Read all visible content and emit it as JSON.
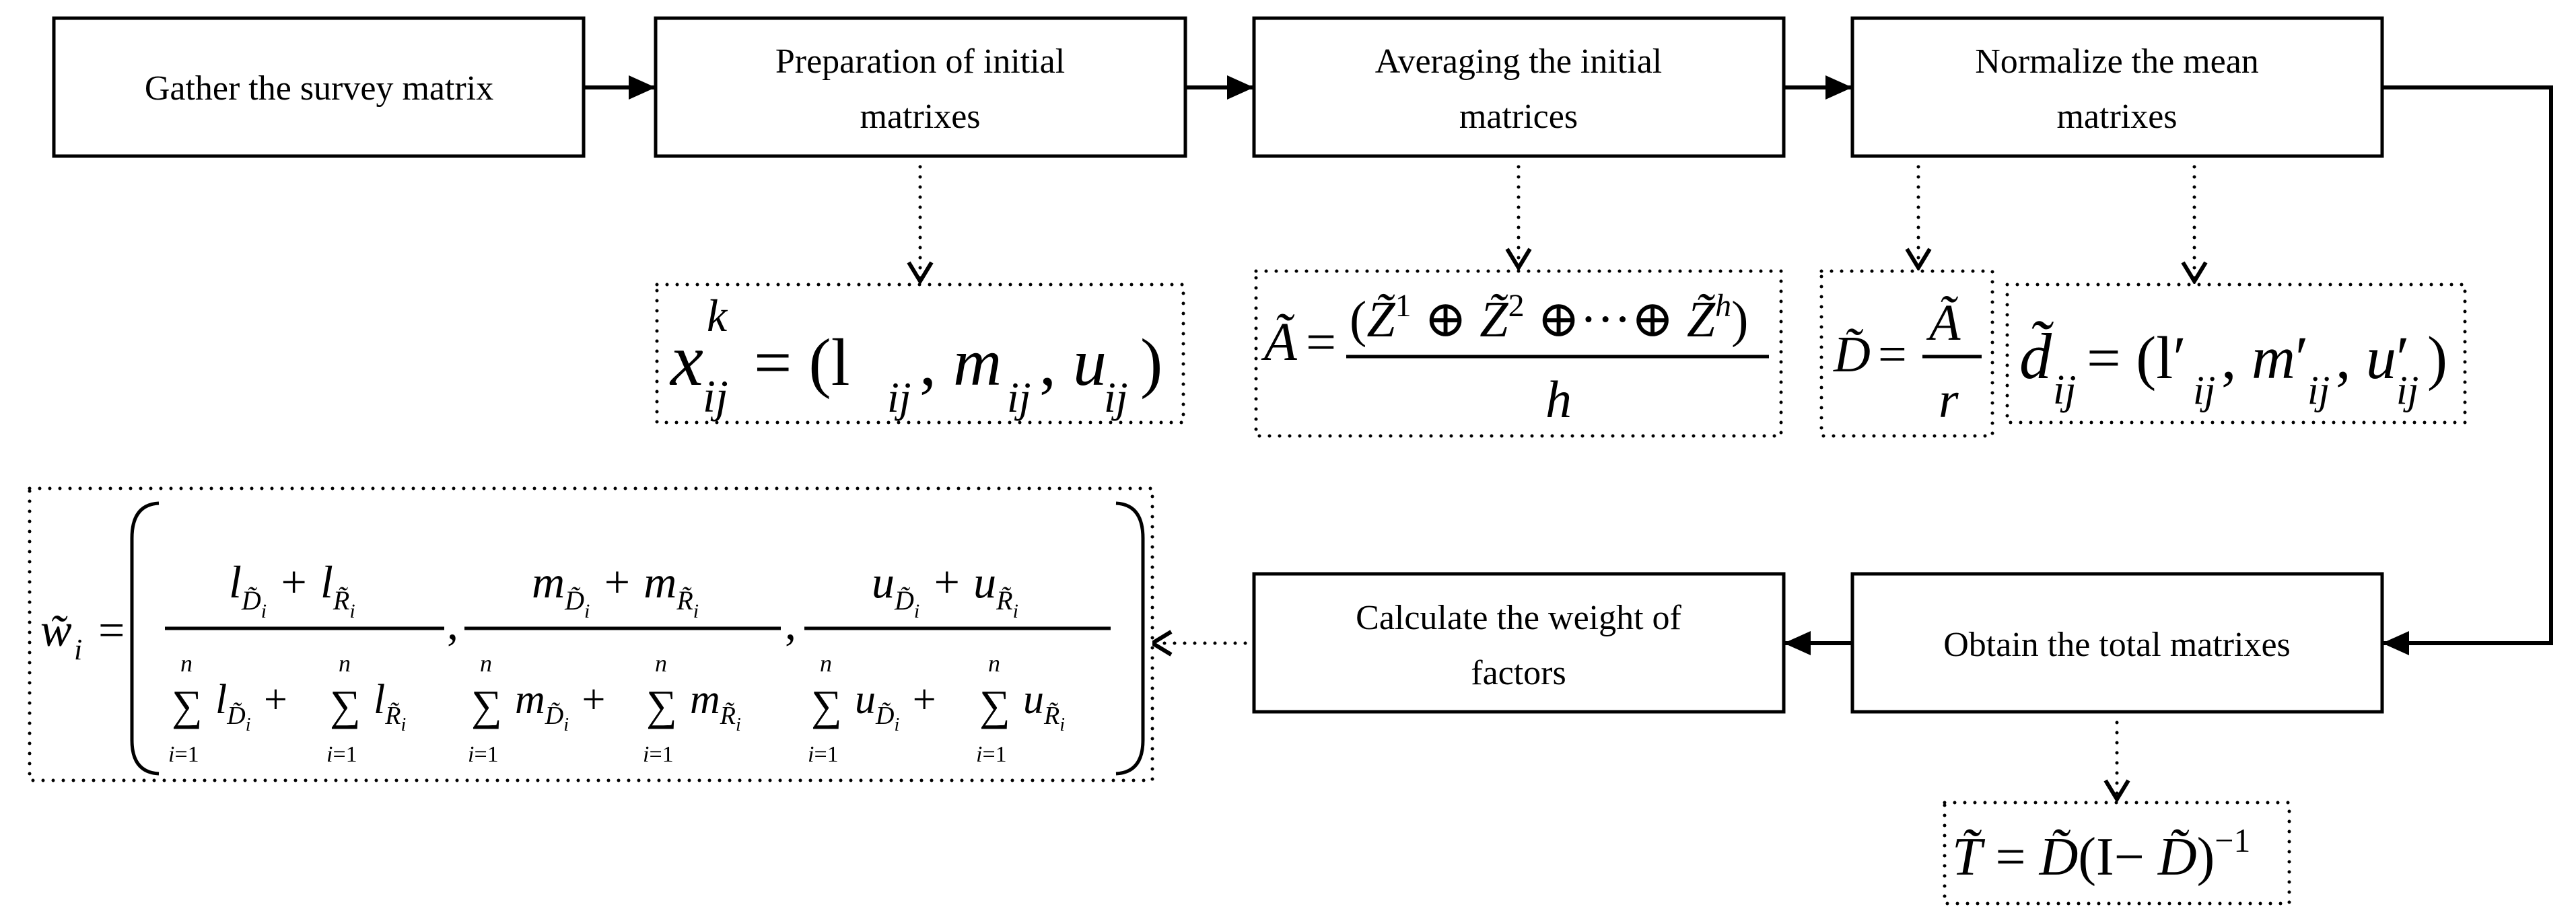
{
  "steps": {
    "gather": [
      "Gather the survey matrix"
    ],
    "prepare": [
      "Preparation of initial",
      "matrixes"
    ],
    "average": [
      "Averaging the initial",
      "matrices"
    ],
    "normalize": [
      "Normalize the mean",
      "matrixes"
    ],
    "total": [
      "Obtain the total matrixes"
    ],
    "weight": [
      "Calculate the weight of",
      "factors"
    ]
  },
  "formulas": {
    "x_ij_k": "x_ij^k = (l_ij, m_ij, u_ij)",
    "a_tilde": "Ã = (Z̃¹ ⊕ Z̃² ⊕ ··· ⊕ Z̃ʰ) / h",
    "d_tilde": "D̃ = Ã / r",
    "d_ij_tilde": "d̃_ij = (l′_ij, m′_ij, u′_ij)",
    "t_tilde": "T̃ = D̃(I − D̃)⁻¹",
    "w_tilde": "w̃_i = ( (l_D̃i + l_R̃i) / (Σ l_D̃i + Σ l_R̃i), (m_D̃i + m_R̃i) / (Σ m_D̃i + Σ m_R̃i), (u_D̃i + u_R̃i) / (Σ u_D̃i + Σ u_R̃i) ), i = 1..n"
  }
}
